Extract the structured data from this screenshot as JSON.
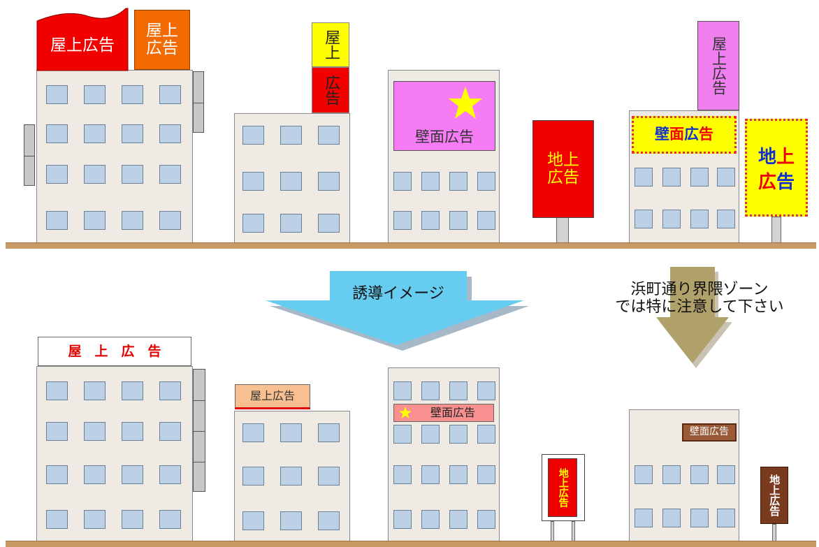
{
  "top": {
    "rooftop_wide": "屋上広告",
    "rooftop_square": "屋上\n広告",
    "rooftop_tall_top": "屋上",
    "rooftop_tall_bottom": "広告",
    "wall_pink": "壁面広告",
    "ground_red": "地上\n広告",
    "rooftop_pink_tall": "屋上広告",
    "wall_yellow": [
      "壁",
      "面",
      "広",
      "告"
    ],
    "ground_yellow": [
      [
        "地",
        "上"
      ],
      [
        "広",
        "告"
      ]
    ]
  },
  "center": {
    "blue_arrow_label": "誘導イメージ",
    "note_line1": "浜町通り界隈ゾーン",
    "note_line2": "では特に注意して下さい"
  },
  "bottom": {
    "rooftop_banner": "屋　上　広　告",
    "rooftop_small": "屋上広告",
    "wall_star": "壁面広告",
    "ground_red_small": "地上広告",
    "wall_brown": "壁面広告",
    "ground_brown": "地上広告"
  },
  "colors": {
    "red": "#f20000",
    "orange": "#f36a00",
    "yellow": "#ffff00",
    "pink": "#f57cf5",
    "magenta_sign": "#f080f0",
    "blue_arrow": "#66ccf0",
    "khaki_arrow": "#b0a06a",
    "brown_sign": "#7a3a1e",
    "ground": "#c79a66"
  }
}
